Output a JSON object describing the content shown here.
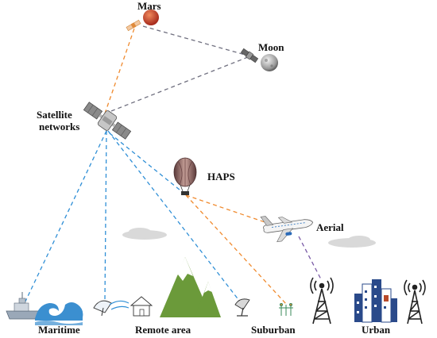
{
  "labels": {
    "mars": "Mars",
    "moon": "Moon",
    "satellite_line1": "Satellite",
    "satellite_line2": "networks",
    "haps": "HAPS",
    "aerial": "Aerial",
    "maritime": "Maritime",
    "remote_area": "Remote area",
    "suburban": "Suburban",
    "urban": "Urban"
  },
  "colors": {
    "link_blue": "#2f8fd6",
    "link_orange": "#f08a2e",
    "link_gray": "#6f6f7f",
    "link_purple": "#7a5aa6",
    "mountain_green": "#6b9a3a",
    "wave_blue": "#3b8fd0",
    "mars_red": "#c0392b",
    "cloud_gray": "#d9d9d9"
  },
  "icons": [
    "mars-planet-icon",
    "moon-icon",
    "satellite-icon",
    "balloon-icon",
    "airplane-icon",
    "ship-icon",
    "wave-icon",
    "dish-icon",
    "house-icon",
    "mountain-icon",
    "cell-tower-icon",
    "urban-buildings-icon",
    "cloud-icon"
  ]
}
